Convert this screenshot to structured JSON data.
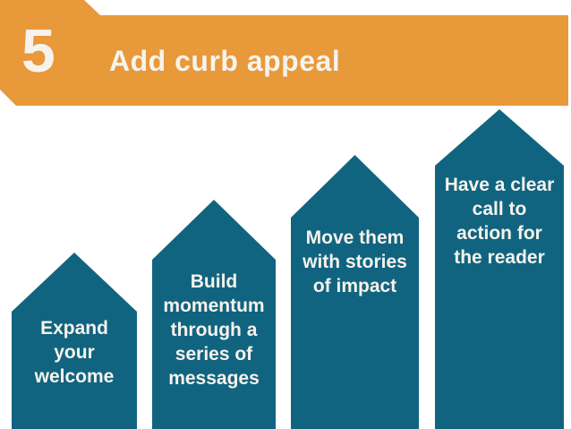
{
  "header": {
    "step_number": "5",
    "title": "Add curb appeal"
  },
  "steps": [
    {
      "name": "expand-your-welcome",
      "lines": [
        "Expand",
        "your",
        "welcome"
      ]
    },
    {
      "name": "build-momentum",
      "lines": [
        "Build",
        "momentum",
        "through a",
        "series of",
        "messages"
      ]
    },
    {
      "name": "move-with-stories",
      "lines": [
        "Move them",
        "with stories",
        "of impact"
      ]
    },
    {
      "name": "clear-call-to-action",
      "lines": [
        "Have a clear",
        "call to",
        "action for",
        "the reader"
      ]
    }
  ],
  "colors": {
    "banner_orange": "#E8993A",
    "arrow_teal": "#116480",
    "text": "#F6F3ED",
    "background": "#FFFFFF"
  }
}
